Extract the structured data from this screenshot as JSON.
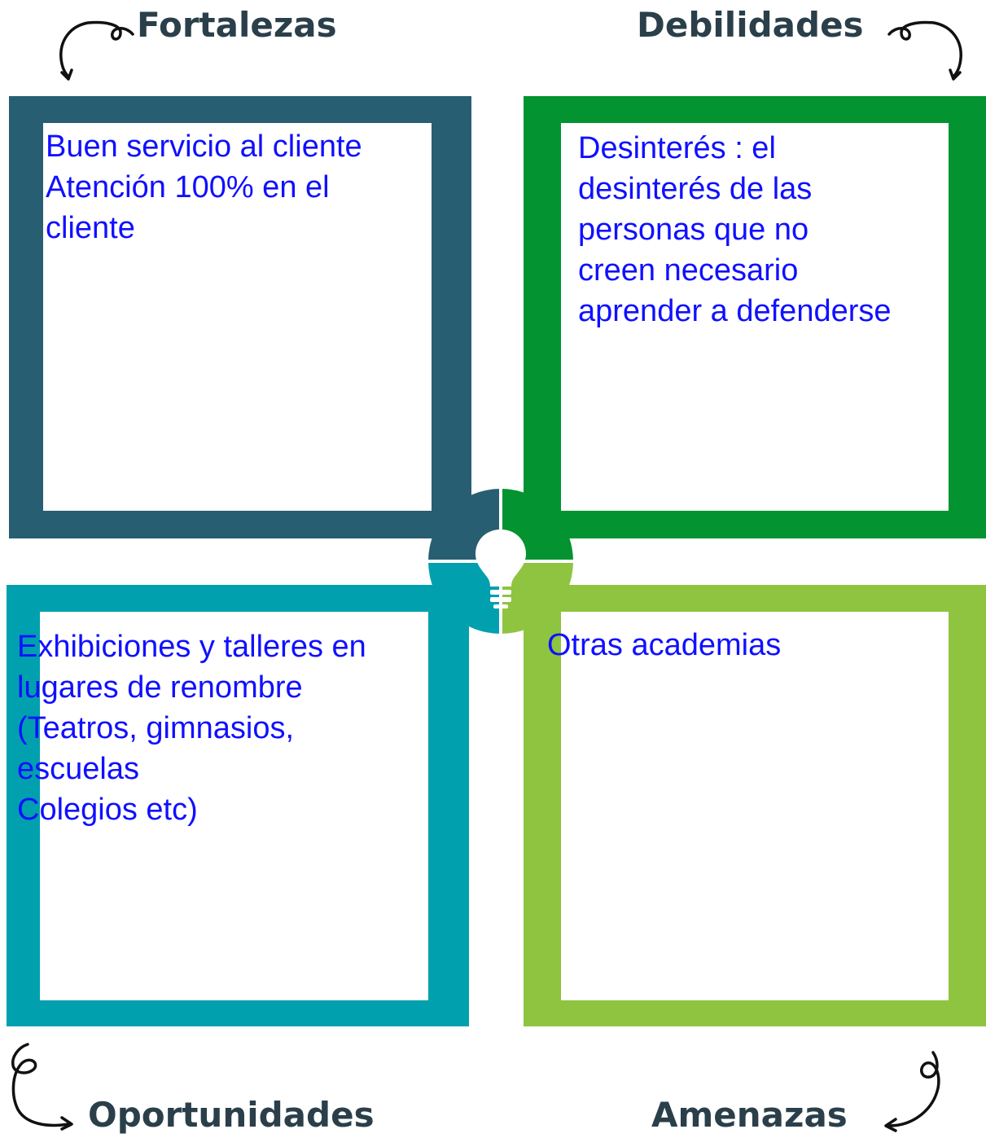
{
  "quadrants": {
    "fortalezas": {
      "title": "Fortalezas",
      "lines": [
        "Buen servicio al cliente",
        "Atención 100% en el",
        "cliente"
      ],
      "color": "#285e72"
    },
    "debilidades": {
      "title": "Debilidades",
      "lines": [
        "Desinterés : el",
        "desinterés de las",
        "personas que no",
        "creen necesario",
        "aprender a defenderse"
      ],
      "color": "#039330"
    },
    "oportunidades": {
      "title": "Oportunidades",
      "lines": [
        "Exhibiciones y talleres en",
        "lugares de renombre",
        "(Teatros, gimnasios,",
        "escuelas",
        "Colegios etc)"
      ],
      "color": "#00a0ae"
    },
    "amenazas": {
      "title": "Amenazas",
      "lines": [
        "Otras academias"
      ],
      "color": "#8fc440"
    }
  },
  "center": {
    "icon": "lightbulb-icon"
  },
  "colors": {
    "title_text": "#2a3f4a",
    "body_text": "#1010ff",
    "background": "#ffffff"
  }
}
